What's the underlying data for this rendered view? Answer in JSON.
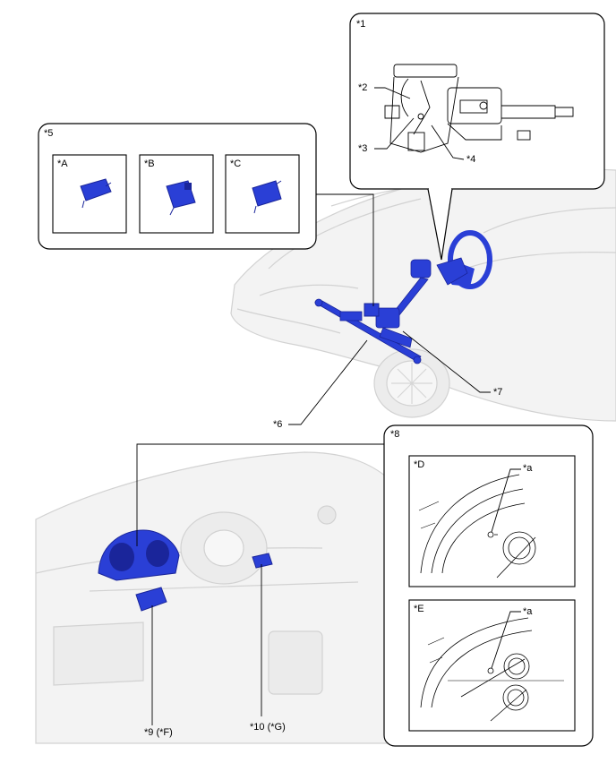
{
  "callouts": {
    "c1": "*1",
    "c2": "*2",
    "c3": "*3",
    "c4": "*4",
    "c5": "*5",
    "c6": "*6",
    "c7": "*7",
    "c8": "*8",
    "c9": "*9 (*F)",
    "c10": "*10 (*G)"
  },
  "sub_labels": {
    "a": "*A",
    "b": "*B",
    "c": "*C",
    "d": "*D",
    "e": "*E",
    "a_in_d": "*a",
    "a_in_e": "*a"
  },
  "colors": {
    "part_blue": "#2a3fd6",
    "part_blue_dark": "#1a259a",
    "ghost_fill": "#f2f2f2",
    "ghost_stroke": "#cfcfcf",
    "frame": "#000000"
  }
}
